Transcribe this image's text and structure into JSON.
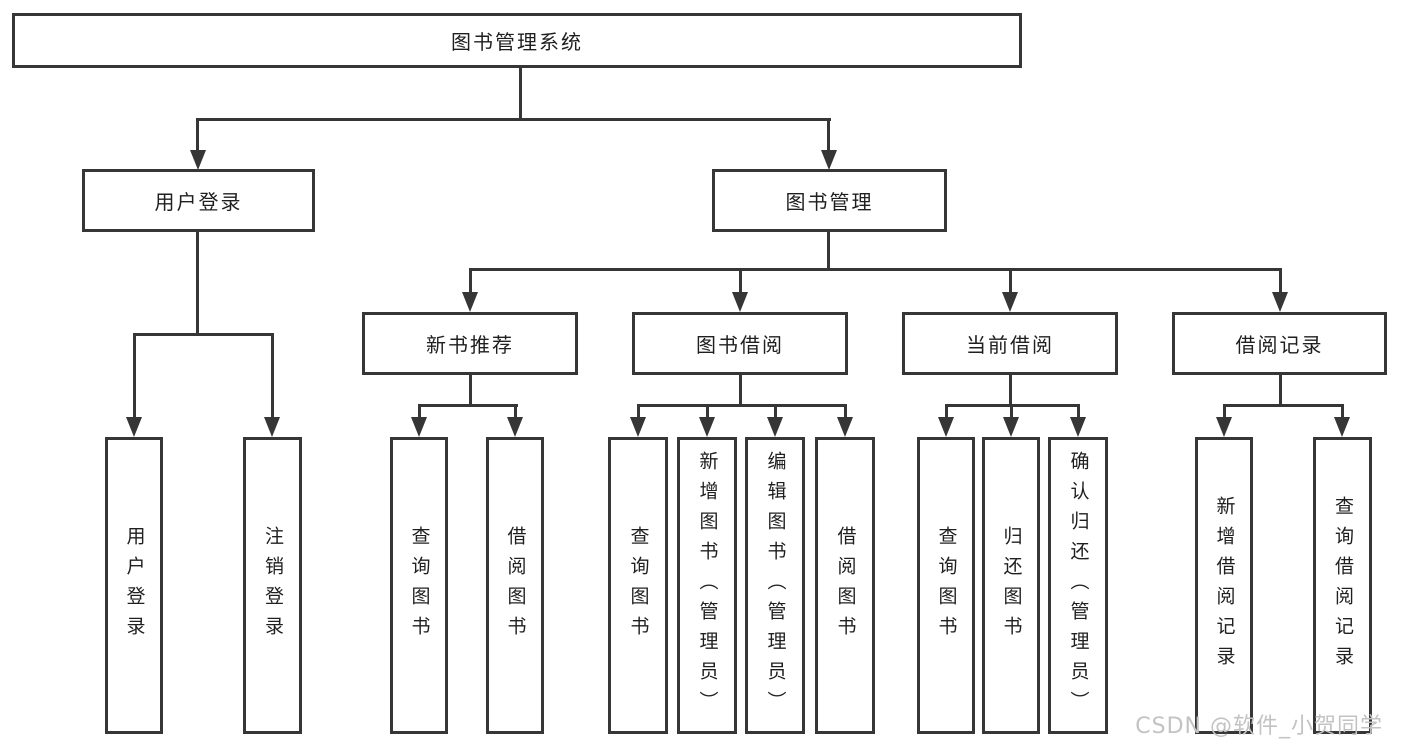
{
  "diagram": {
    "title": "图书管理系统",
    "branches": [
      {
        "label": "用户登录",
        "children": [
          {
            "label": "用户登录"
          },
          {
            "label": "注销登录"
          }
        ]
      },
      {
        "label": "图书管理",
        "children": [
          {
            "label": "新书推荐",
            "children": [
              {
                "label": "查询图书"
              },
              {
                "label": "借阅图书"
              }
            ]
          },
          {
            "label": "图书借阅",
            "children": [
              {
                "label": "查询图书"
              },
              {
                "label": "新增图书（管理员）"
              },
              {
                "label": "编辑图书（管理员）"
              },
              {
                "label": "借阅图书"
              }
            ]
          },
          {
            "label": "当前借阅",
            "children": [
              {
                "label": "查询图书"
              },
              {
                "label": "归还图书"
              },
              {
                "label": "确认归还（管理员）"
              }
            ]
          },
          {
            "label": "借阅记录",
            "children": [
              {
                "label": "新增借阅记录"
              },
              {
                "label": "查询借阅记录"
              }
            ]
          }
        ]
      }
    ]
  },
  "watermark": {
    "text": "CSDN @软件_小贺同学"
  },
  "colors": {
    "background": "#ffffff",
    "border": "#363636",
    "line": "#363636",
    "text": "#1f1f1f",
    "watermark": "#c3c3c3"
  }
}
